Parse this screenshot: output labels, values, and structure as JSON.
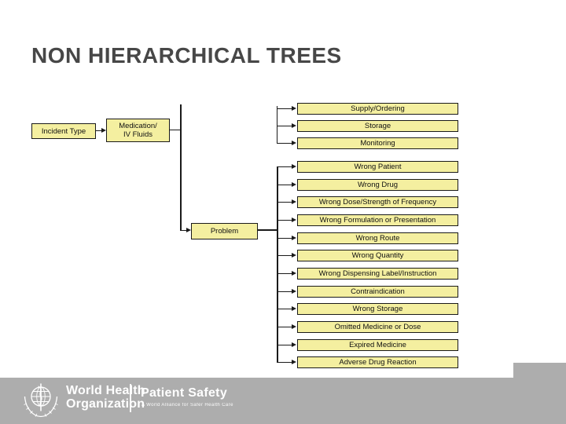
{
  "slide": {
    "title": "NON HIERARCHICAL TREES"
  },
  "diagram": {
    "incident_label": "Incident Type",
    "medication_line1": "Medication/",
    "medication_line2": "IV Fluids",
    "problem_label": "Problem",
    "process_nodes": [
      "Supply/Ordering",
      "Storage",
      "Monitoring"
    ],
    "problem_nodes": [
      "Wrong Patient",
      "Wrong Drug",
      "Wrong Dose/Strength of Frequency",
      "Wrong Formulation or Presentation",
      "Wrong Route",
      "Wrong Quantity",
      "Wrong Dispensing Label/Instruction",
      "Contraindication",
      "Wrong Storage",
      "Omitted Medicine or Dose",
      "Expired Medicine",
      "Adverse Drug Reaction"
    ],
    "colors": {
      "node_fill": "#F4EFA0",
      "node_border": "#1A1A1A",
      "connector": "#1A1A1A"
    }
  },
  "footer": {
    "org_line1": "World Health",
    "org_line2": "Organization",
    "program": "Patient Safety",
    "tagline": "A World Alliance for Safer Health Care",
    "colors": {
      "bar": "#ADADAD",
      "text": "#FFFFFF"
    }
  }
}
